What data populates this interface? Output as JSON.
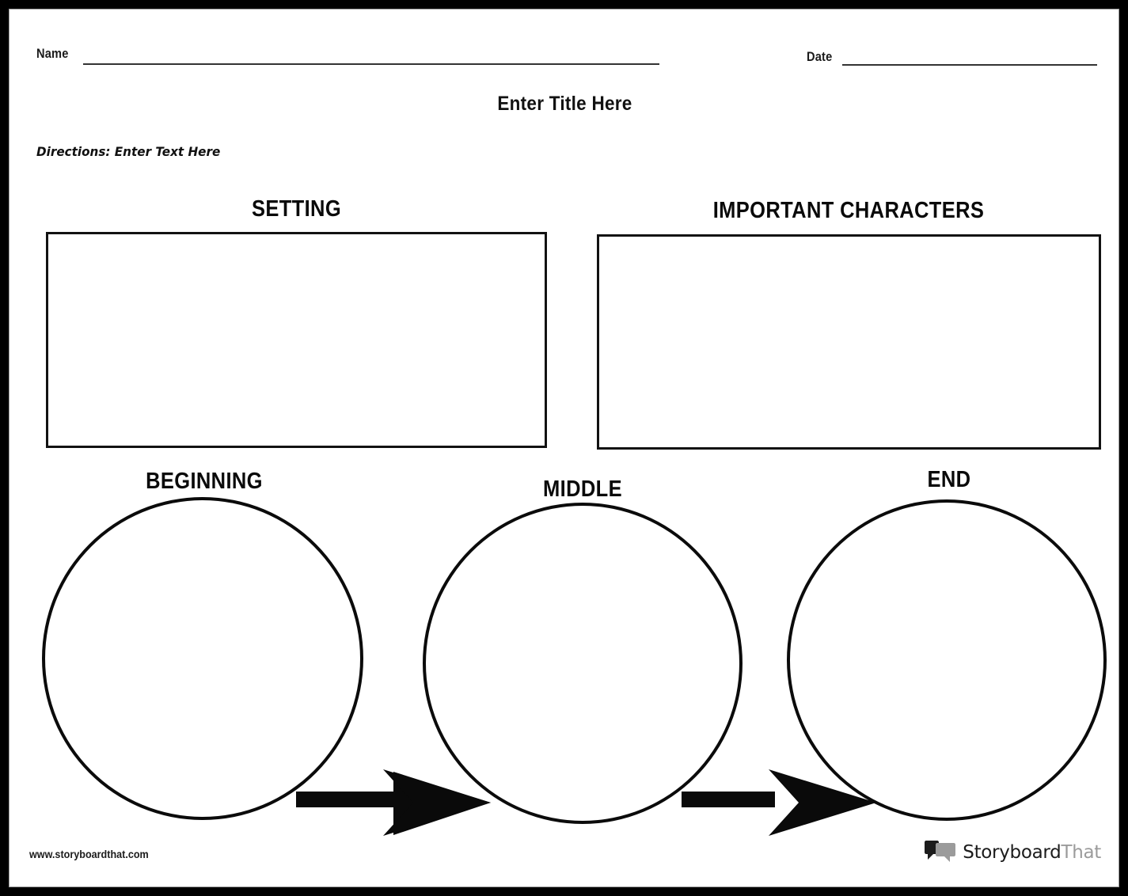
{
  "page": {
    "frame_color": "#000000",
    "sheet_color": "#ffffff",
    "ink_color": "#111111"
  },
  "header": {
    "name_label": "Name",
    "date_label": "Date",
    "title": "Enter Title Here",
    "directions": "Directions: Enter Text Here"
  },
  "sections": [
    {
      "heading": "SETTING",
      "box_content": ""
    },
    {
      "heading": "IMPORTANT CHARACTERS",
      "box_content": ""
    }
  ],
  "story_stages": [
    {
      "heading": "BEGINNING",
      "content": ""
    },
    {
      "heading": "MIDDLE",
      "content": ""
    },
    {
      "heading": "END",
      "content": ""
    }
  ],
  "connectors": [
    {
      "name": "arrow-beginning-middle",
      "direction": "right"
    },
    {
      "name": "arrow-middle-end",
      "direction": "right"
    }
  ],
  "footer": {
    "url": "www.storyboardthat.com",
    "brand_primary": "Storyboard",
    "brand_secondary": "That",
    "brand_mark_colors": {
      "front": "#1c1c1c",
      "back": "#9b9b9b"
    }
  }
}
